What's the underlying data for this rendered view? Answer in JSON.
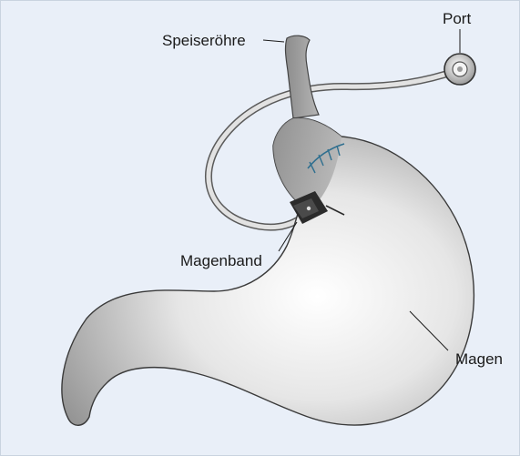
{
  "labels": {
    "esophagus": "Speiseröhre",
    "port": "Port",
    "gastric_band": "Magenband",
    "stomach": "Magen"
  },
  "colors": {
    "background": "#e9eff8",
    "organ_shadow": "#9a9a9a",
    "organ_light": "#ffffff",
    "tube": "#d9d9d9",
    "band": "#2b2b2b",
    "staples": "#2f6f8f"
  }
}
